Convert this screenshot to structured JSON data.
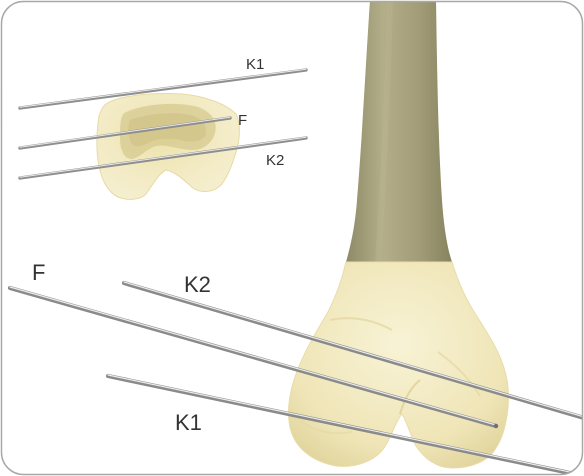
{
  "figure": {
    "inset_labels": {
      "k1": "K1",
      "f": "F",
      "k2": "K2"
    },
    "main_labels": {
      "f": "F",
      "k2": "K2",
      "k1": "K1"
    }
  },
  "colors": {
    "border": "#a8a8a8",
    "bone_cartilage": "#f3ecc2",
    "bone_cartilage_shadow": "#e2d6a0",
    "shaft": "#a9a47f",
    "shaft_dark": "#8e8a67",
    "wire": "#9a9a9a",
    "wire_highlight": "#e8e8e8"
  }
}
